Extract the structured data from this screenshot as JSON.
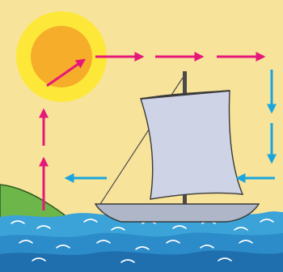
{
  "colors": {
    "sky": "#f7e39a",
    "sun_outer": "#fde83a",
    "sun_inner": "#f6ad2a",
    "sea": "#3ba3d8",
    "sea_dark": "#1f6fae",
    "wave_foam": "#ffffff",
    "land_green": "#6db64a",
    "sand": "#f2d24e",
    "sail": "#ced3e6",
    "hull": "#aeb6c7",
    "mast": "#4a4a4a",
    "arrow_magenta": "#e6177b",
    "arrow_cyan": "#1aa5df"
  },
  "diagram": {
    "elements": [
      "sun-icon",
      "sailboat-icon",
      "island-icon",
      "sea-waves"
    ],
    "arrows": [
      {
        "name": "arrow-shore-up-lower",
        "color": "magenta",
        "direction": "up"
      },
      {
        "name": "arrow-shore-up-upper",
        "color": "magenta",
        "direction": "up"
      },
      {
        "name": "arrow-into-sun",
        "color": "magenta",
        "direction": "up-right"
      },
      {
        "name": "arrow-top-1",
        "color": "magenta",
        "direction": "right"
      },
      {
        "name": "arrow-top-2",
        "color": "magenta",
        "direction": "right"
      },
      {
        "name": "arrow-top-3",
        "color": "magenta",
        "direction": "right"
      },
      {
        "name": "arrow-right-down-1",
        "color": "cyan",
        "direction": "down"
      },
      {
        "name": "arrow-right-down-2",
        "color": "cyan",
        "direction": "down"
      },
      {
        "name": "arrow-bottom-left-1",
        "color": "cyan",
        "direction": "left"
      },
      {
        "name": "arrow-bottom-left-2",
        "color": "cyan",
        "direction": "left"
      }
    ]
  }
}
